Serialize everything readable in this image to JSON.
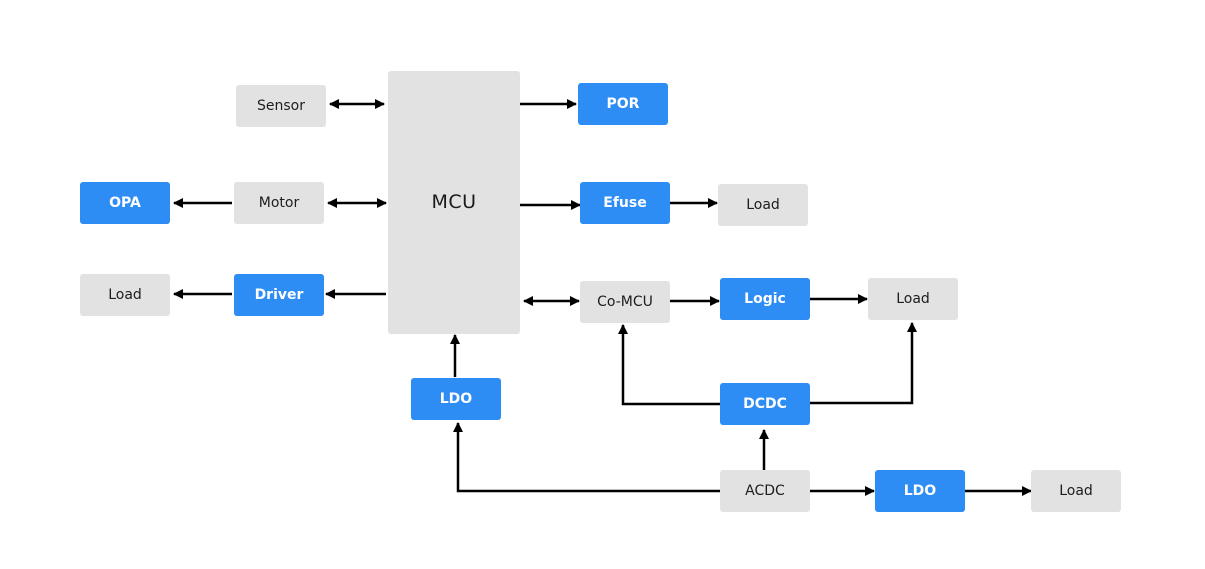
{
  "colors": {
    "component_gray": "#e2e2e2",
    "component_blue": "#2e8df4",
    "connector": "#000000"
  },
  "nodes": {
    "sensor": "Sensor",
    "mcu": "MCU",
    "por": "POR",
    "opa": "OPA",
    "motor": "Motor",
    "efuse": "Efuse",
    "load_efuse": "Load",
    "load_driver": "Load",
    "driver": "Driver",
    "co_mcu": "Co-MCU",
    "logic": "Logic",
    "load_logic": "Load",
    "ldo_mcu": "LDO",
    "dcdc": "DCDC",
    "acdc": "ACDC",
    "ldo_acdc": "LDO",
    "load_ldo": "Load"
  },
  "connections": [
    {
      "from": "sensor",
      "to": "mcu",
      "direction": "both"
    },
    {
      "from": "motor",
      "to": "mcu",
      "direction": "both"
    },
    {
      "from": "motor",
      "to": "opa",
      "direction": "forward"
    },
    {
      "from": "mcu",
      "to": "driver",
      "direction": "forward"
    },
    {
      "from": "driver",
      "to": "load_driver",
      "direction": "forward"
    },
    {
      "from": "mcu",
      "to": "por",
      "direction": "forward"
    },
    {
      "from": "mcu",
      "to": "efuse",
      "direction": "forward"
    },
    {
      "from": "efuse",
      "to": "load_efuse",
      "direction": "forward"
    },
    {
      "from": "mcu",
      "to": "co_mcu",
      "direction": "both"
    },
    {
      "from": "co_mcu",
      "to": "logic",
      "direction": "forward"
    },
    {
      "from": "logic",
      "to": "load_logic",
      "direction": "forward"
    },
    {
      "from": "ldo_mcu",
      "to": "mcu",
      "direction": "forward"
    },
    {
      "from": "dcdc",
      "to": "co_mcu",
      "direction": "forward"
    },
    {
      "from": "dcdc",
      "to": "load_logic",
      "direction": "forward"
    },
    {
      "from": "acdc",
      "to": "dcdc",
      "direction": "forward"
    },
    {
      "from": "acdc",
      "to": "ldo_mcu",
      "direction": "forward"
    },
    {
      "from": "acdc",
      "to": "ldo_acdc",
      "direction": "forward"
    },
    {
      "from": "ldo_acdc",
      "to": "load_ldo",
      "direction": "forward"
    }
  ]
}
